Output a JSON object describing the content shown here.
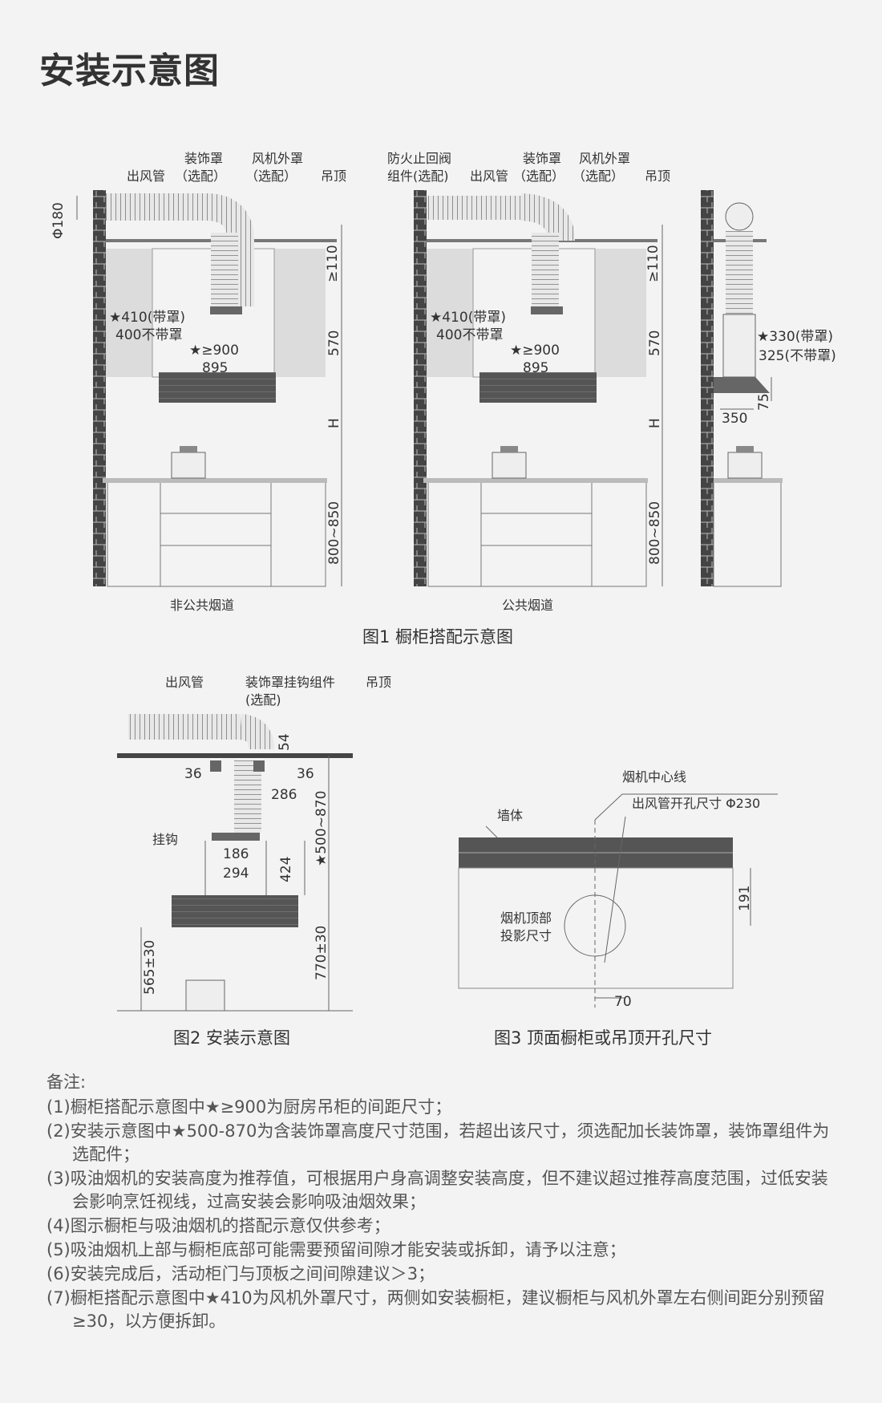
{
  "page_title": "安装示意图",
  "figure1": {
    "caption": "图1 橱柜搭配示意图",
    "left": {
      "sub_caption": "非公共烟道",
      "labels": {
        "duct": "出风管",
        "cover": "装饰罩",
        "cover_opt": "（选配）",
        "fan_cover": "风机外罩",
        "fan_cover_opt": "（选配）",
        "ceiling": "吊顶"
      },
      "dims": {
        "diameter": "Φ180",
        "top_gap": "≥110",
        "width_cover": "★410(带罩)",
        "width_nocover": "400不带罩",
        "gap900": "★≥900",
        "w895": "895",
        "h570": "570",
        "hH": "H",
        "h800": "800~850"
      }
    },
    "right": {
      "sub_caption": "公共烟道",
      "labels": {
        "fire_valve": "防火止回阀",
        "fire_valve2": "组件(选配)",
        "duct": "出风管",
        "cover": "装饰罩",
        "cover_opt": "（选配）",
        "fan_cover": "风机外罩",
        "fan_cover_opt": "（选配）",
        "ceiling": "吊顶"
      },
      "dims": {
        "top_gap": "≥110",
        "width_cover": "★410(带罩)",
        "width_nocover": "400不带罩",
        "gap900": "★≥900",
        "w895": "895",
        "h570": "570",
        "hH": "H",
        "h800": "800~850"
      }
    },
    "side": {
      "dims": {
        "d330": "★330(带罩)",
        "d325": "325(不带罩)",
        "d75": "75",
        "d350": "350"
      }
    }
  },
  "figure2": {
    "caption": "图2 安装示意图",
    "labels": {
      "duct": "出风管",
      "bracket": "装饰罩挂钩组件",
      "bracket_opt": "(选配)",
      "ceiling": "吊顶",
      "hook": "挂钩"
    },
    "dims": {
      "d54": "54",
      "d36a": "36",
      "d36b": "36",
      "d286": "286",
      "d186": "186",
      "d294": "294",
      "d424": "424",
      "d500": "★500~870",
      "d565": "565±30",
      "d770": "770±30"
    }
  },
  "figure3": {
    "caption": "图3 顶面橱柜或吊顶开孔尺寸",
    "labels": {
      "center": "烟机中心线",
      "hole": "出风管开孔尺寸 Φ230",
      "wall": "墙体",
      "projection": "烟机顶部",
      "projection2": "投影尺寸"
    },
    "dims": {
      "d191": "191",
      "d70": "70"
    }
  },
  "notes": {
    "head": "备注:",
    "items": [
      "(1)橱柜搭配示意图中★≥900为厨房吊柜的间距尺寸；",
      "(2)安装示意图中★500-870为含装饰罩高度尺寸范围，若超出该尺寸，须选配加长装饰罩，装饰罩组件为选配件；",
      "(3)吸油烟机的安装高度为推荐值，可根据用户身高调整安装高度，但不建议超过推荐高度范围，过低安装会影响烹饪视线，过高安装会影响吸油烟效果；",
      "(4)图示橱柜与吸油烟机的搭配示意仅供参考；",
      "(5)吸油烟机上部与橱柜底部可能需要预留间隙才能安装或拆卸，请予以注意；",
      "(6)安装完成后，活动柜门与顶板之间间隙建议＞3；",
      "(7)橱柜搭配示意图中★410为风机外罩尺寸，两侧如安装橱柜，建议橱柜与风机外罩左右侧间距分别预留≥30，以方便拆卸。"
    ]
  }
}
